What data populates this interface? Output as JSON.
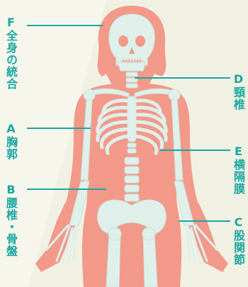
{
  "colors": {
    "background": "#f1f1e3",
    "highlight": "#ffffff",
    "body": "#f2998a",
    "bone": "#dff0ea",
    "bone_outline": "#c9e4dc",
    "accent": "#1aa7a2"
  },
  "labels": {
    "F": {
      "code": "F",
      "name": "全身の統合"
    },
    "A": {
      "code": "A",
      "name": "胸郭"
    },
    "B": {
      "code": "B",
      "name": "腰椎・骨盤"
    },
    "D": {
      "code": "D",
      "name": "頸椎"
    },
    "E": {
      "code": "E",
      "name": "横隔膜"
    },
    "C": {
      "code": "C",
      "name": "股関節"
    }
  }
}
